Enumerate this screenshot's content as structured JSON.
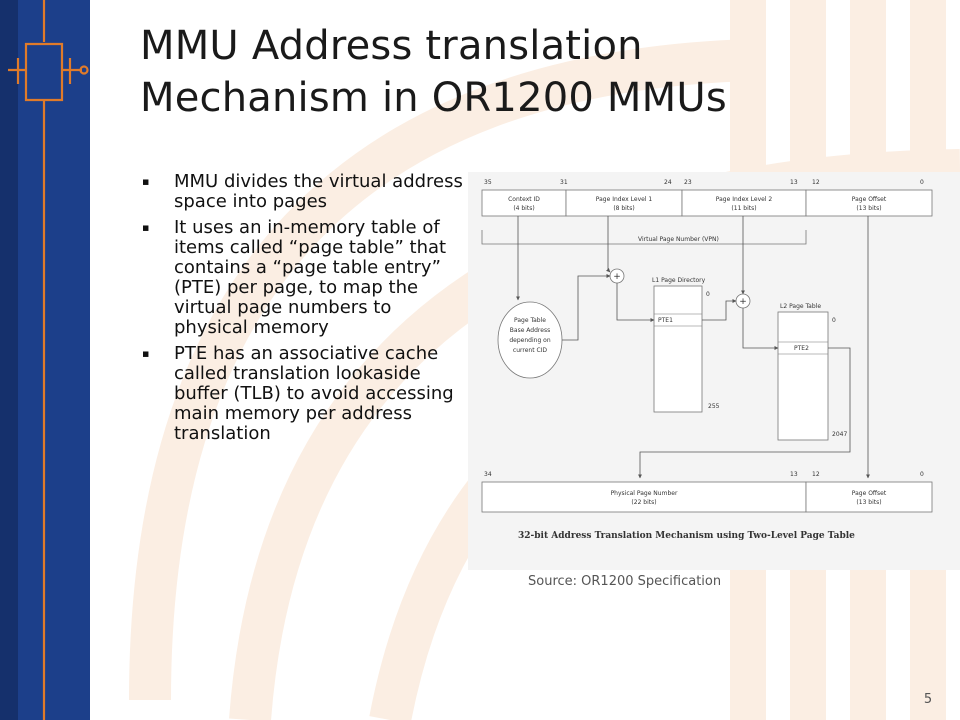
{
  "slide": {
    "title_line1": "MMU Address translation",
    "title_line2": "Mechanism in OR1200 MMUs",
    "bullets": [
      "MMU divides the virtual address space into pages",
      "It uses an in-memory table of items called “page table” that contains a “page table entry” (PTE) per page, to map the virtual page numbers to physical memory",
      "PTE has an associative cache called translation lookaside buffer (TLB) to avoid accessing main memory per address translation"
    ],
    "bullet_marker": "▪",
    "caption": "Source: OR1200 Specification",
    "page_number": "5"
  },
  "diagram": {
    "virtual_bits": [
      "35",
      "31",
      "24",
      "23",
      "13",
      "12",
      "0"
    ],
    "fields": [
      {
        "name": "Context ID",
        "bits": "(4 bits)"
      },
      {
        "name": "Page Index Level 1",
        "bits": "(8 bits)"
      },
      {
        "name": "Page Index Level 2",
        "bits": "(11 bits)"
      },
      {
        "name": "Page Offset",
        "bits": "(13 bits)"
      }
    ],
    "vpn_label": "Virtual Page Number (VPN)",
    "plus_sign": "+",
    "base_address_lines": [
      "Page Table",
      "Base Address",
      "depending on",
      "current CID"
    ],
    "l1": {
      "title": "L1 Page Directory",
      "top": "0",
      "entry": "PTE1",
      "bottom": "255"
    },
    "l2": {
      "title": "L2 Page Table",
      "top": "0",
      "entry": "PTE2",
      "bottom": "2047"
    },
    "physical_bits": [
      "34",
      "13",
      "12",
      "0"
    ],
    "physical_fields": [
      {
        "name": "Physical Page Number",
        "bits": "(22 bits)"
      },
      {
        "name": "Page Offset",
        "bits": "(13 bits)"
      }
    ],
    "caption": "32-bit Address Translation Mechanism using Two-Level Page Table"
  },
  "colors": {
    "sidebar": "#1c3f8a",
    "sidebar_dark": "#15306c",
    "logo_accent": "#e07b2a",
    "background_arc": "#fbeee3"
  },
  "icons": {
    "sidebar_logo": "circuit-logo-icon"
  }
}
